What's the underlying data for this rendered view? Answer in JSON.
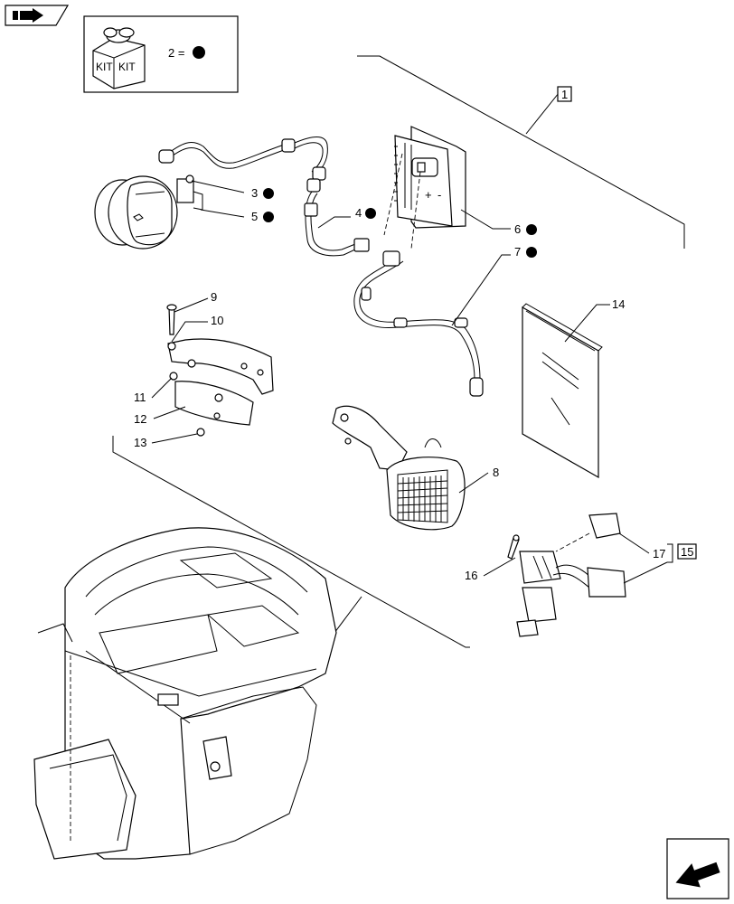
{
  "kit_legend": {
    "kit_text_1": "KIT",
    "kit_text_2": "KIT",
    "quantity_label": "2 =",
    "symbol": "filled-circle"
  },
  "callouts": {
    "c1": "1",
    "c3": "3",
    "c4": "4",
    "c5": "5",
    "c6": "6",
    "c7": "7",
    "c8": "8",
    "c9": "9",
    "c10": "10",
    "c11": "11",
    "c12": "12",
    "c13": "13",
    "c14": "14",
    "c15": "15",
    "c16": "16",
    "c17": "17"
  },
  "kit_marked_callouts": [
    "3",
    "4",
    "5",
    "6",
    "7"
  ],
  "icons": {
    "top_left": "folder-arrow-icon",
    "bottom_right": "next-page-arrow-icon"
  }
}
